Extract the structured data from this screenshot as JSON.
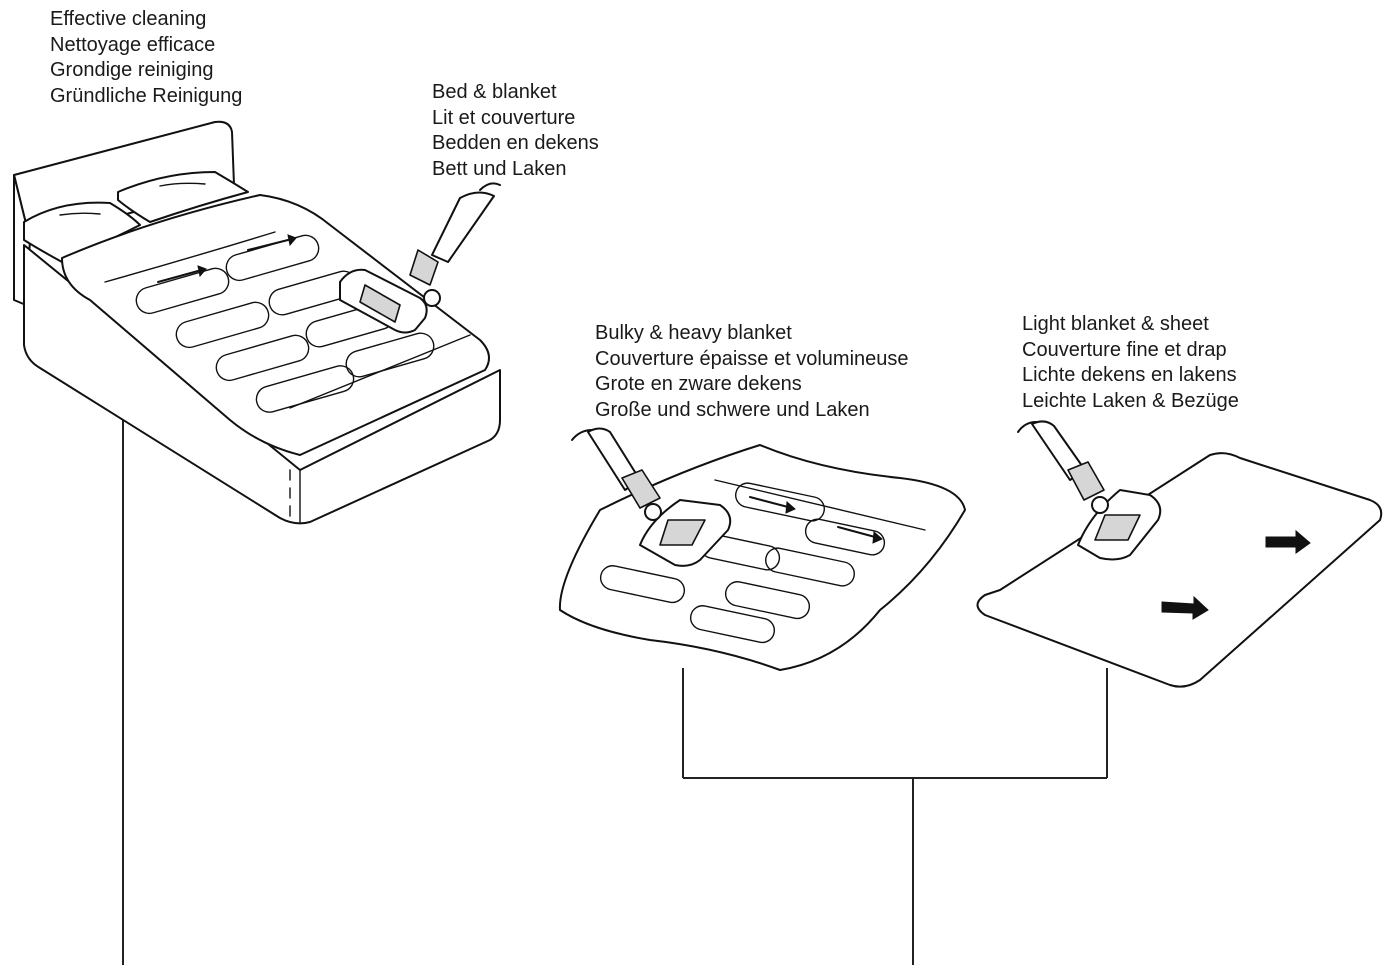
{
  "labels": {
    "effective_cleaning": [
      "Effective cleaning",
      "Nettoyage efficace",
      "Grondige reiniging",
      "Gründliche Reinigung"
    ],
    "bed_blanket": [
      "Bed & blanket",
      "Lit et couverture",
      "Bedden en dekens",
      "Bett und Laken"
    ],
    "bulky_heavy": [
      "Bulky & heavy blanket",
      "Couverture épaisse et volumineuse",
      "Grote en zware dekens",
      "Große und schwere und Laken"
    ],
    "light_blanket": [
      "Light blanket & sheet",
      "Couverture fine et drap",
      "Lichte dekens en lakens",
      "Leichte Laken & Bezüge"
    ]
  }
}
